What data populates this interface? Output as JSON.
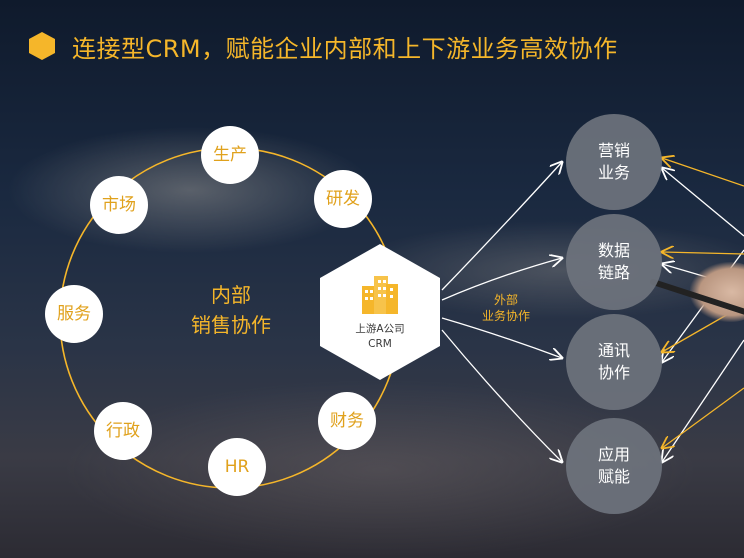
{
  "header": {
    "title": "连接型CRM，赋能企业内部和上下游业务高效协作"
  },
  "colors": {
    "accent": "#f5b62a",
    "line_white": "#ffffff",
    "gray_node": "#6e737d"
  },
  "internal": {
    "center_line1": "内部",
    "center_line2": "销售协作",
    "nodes": [
      "生产",
      "研发",
      "财务",
      "HR",
      "行政",
      "服务",
      "市场"
    ]
  },
  "hub": {
    "line1": "上游A公司",
    "line2": "CRM",
    "icon": "building-icon"
  },
  "external": {
    "label_line1": "外部",
    "label_line2": "业务协作",
    "nodes": [
      {
        "line1": "营销",
        "line2": "业务"
      },
      {
        "line1": "数据",
        "line2": "链路"
      },
      {
        "line1": "通讯",
        "line2": "协作"
      },
      {
        "line1": "应用",
        "line2": "赋能"
      }
    ]
  }
}
